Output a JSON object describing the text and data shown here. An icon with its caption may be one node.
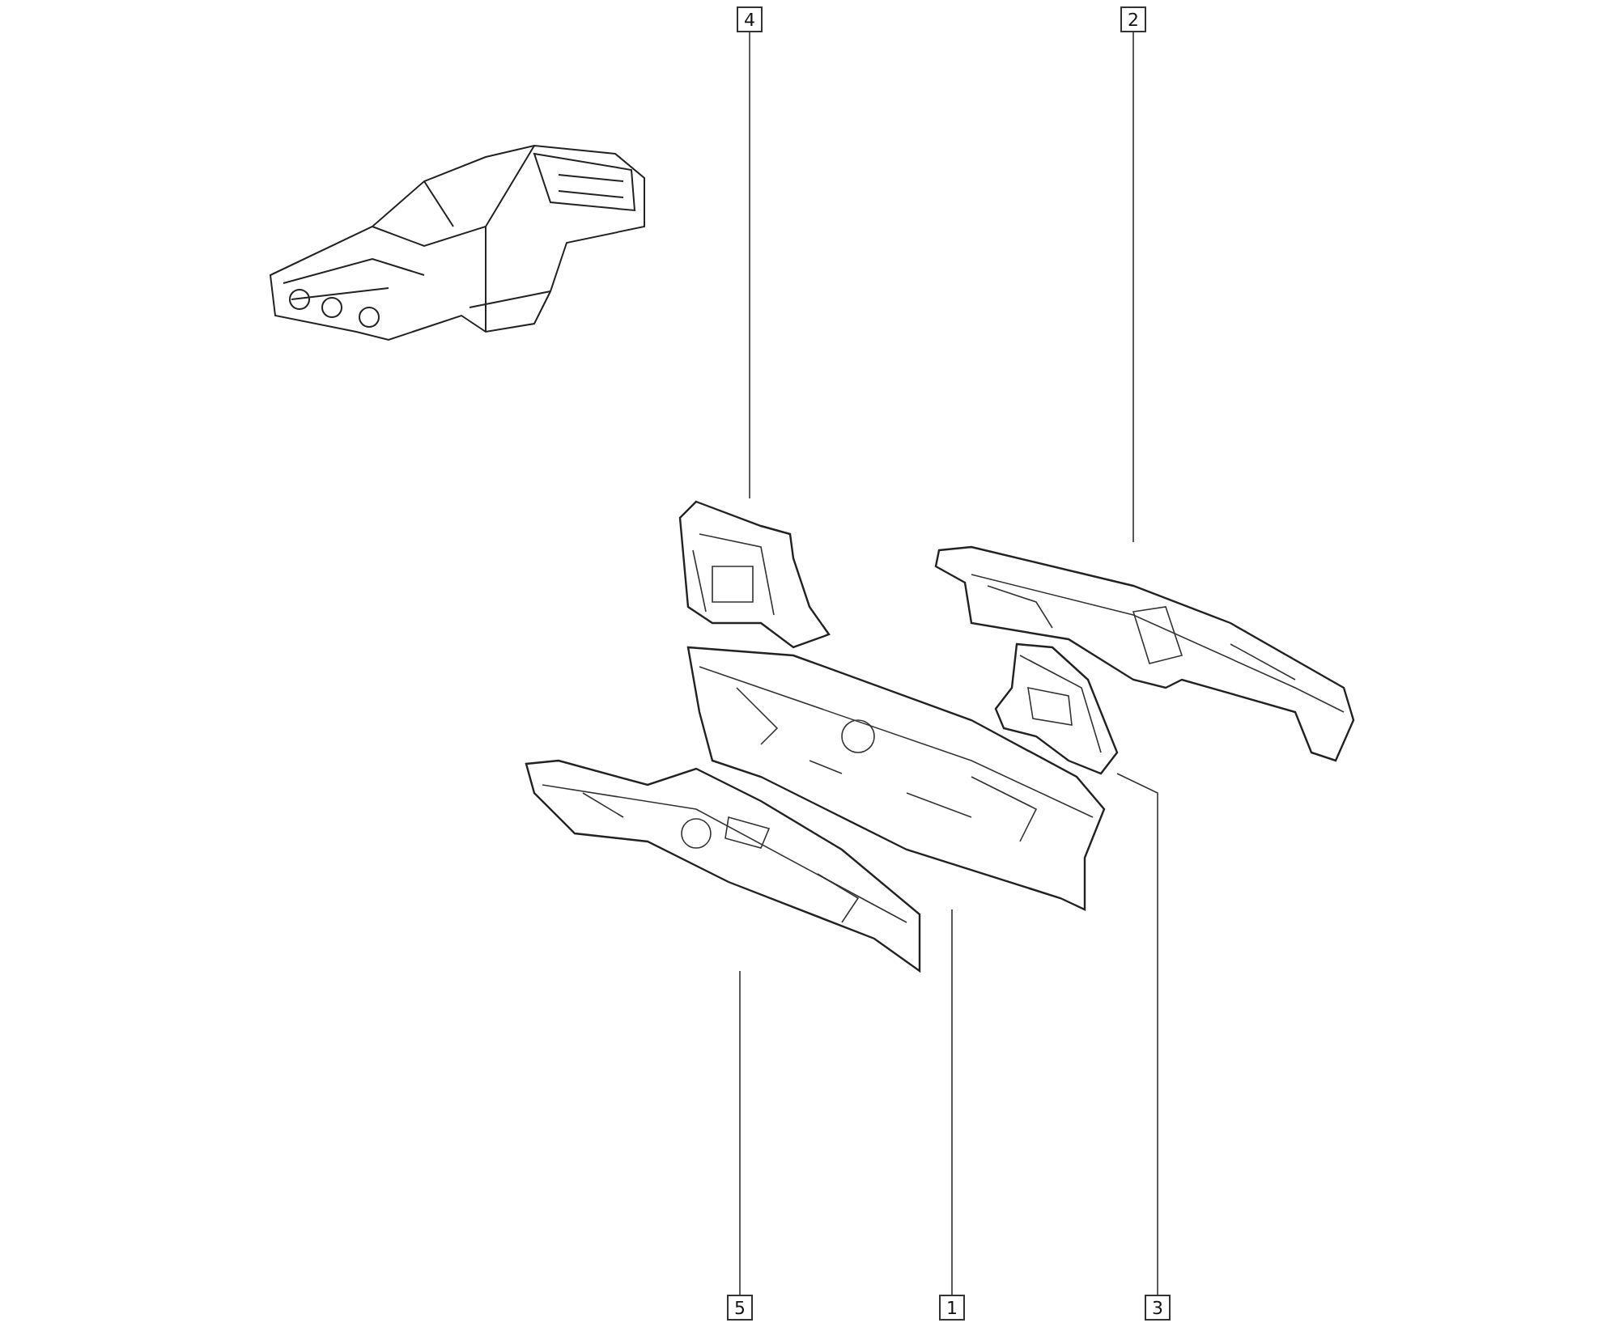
{
  "diagram": {
    "nodes": [
      {
        "text": [
          "4"
        ]
      },
      {
        "text": [
          "2"
        ]
      },
      {
        "text": [],
        "shape": "picture"
      },
      {
        "text": [],
        "shape": "picture"
      },
      {
        "text": [],
        "shape": "picture"
      },
      {
        "text": [],
        "shape": "picture"
      },
      {
        "text": [],
        "shape": "picture"
      },
      {
        "text": [
          "5"
        ]
      },
      {
        "text": [
          "1"
        ]
      },
      {
        "text": [
          "3"
        ]
      }
    ],
    "edges": [
      {
        "from": 0,
        "to": 2,
        "arrow": "none"
      },
      {
        "from": 1,
        "to": 3,
        "arrow": "none"
      },
      {
        "from": 9,
        "to": 4,
        "arrow": "none"
      },
      {
        "from": 8,
        "to": 5,
        "arrow": "none"
      },
      {
        "from": 7,
        "to": 6,
        "arrow": "none"
      }
    ]
  }
}
